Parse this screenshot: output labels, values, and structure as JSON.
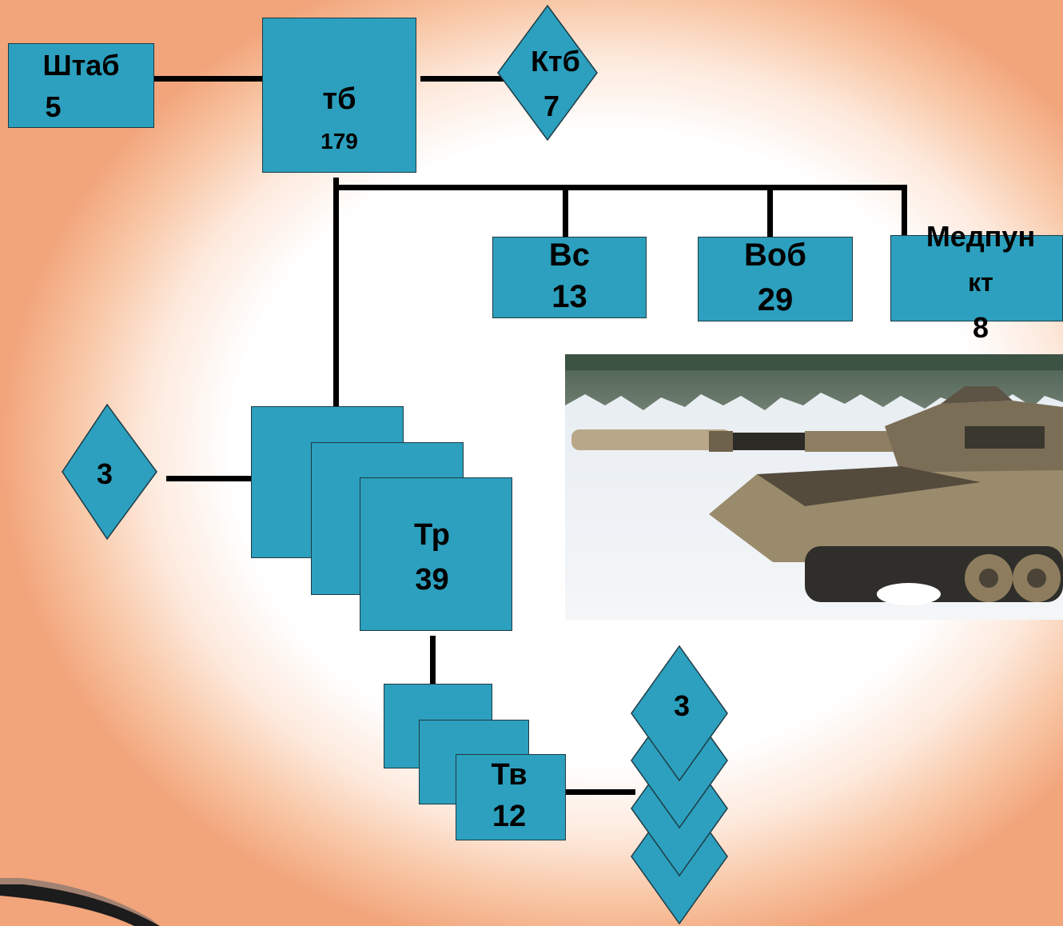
{
  "colors": {
    "box_fill": "#2ca0be",
    "box_border": "#1f3a44",
    "line": "#000000",
    "background_edge": "#f2a47a"
  },
  "nodes": {
    "shtab": {
      "name": "Штаб",
      "count": "5"
    },
    "tb": {
      "name": "тб",
      "count": "179"
    },
    "ktb": {
      "name": "Ктб",
      "count": "7"
    },
    "vs": {
      "name": "Вс",
      "count": "13"
    },
    "vob": {
      "name": "Воб",
      "count": "29"
    },
    "medpunkt": {
      "name_line1": "Медпун",
      "name_line2": "кт",
      "count": "8"
    },
    "tr": {
      "name": "Тр",
      "count": "39"
    },
    "tr_attach": {
      "count": "3"
    },
    "tv": {
      "name": "Тв",
      "count": "12"
    },
    "tv_attach": {
      "count": "3"
    }
  },
  "photo": {
    "subject": "tank-in-snow"
  }
}
